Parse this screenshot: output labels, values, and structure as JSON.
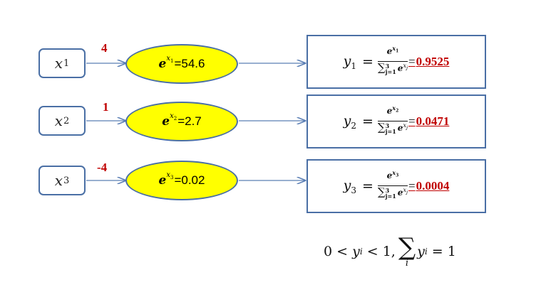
{
  "rows": [
    {
      "input_var": "x",
      "input_sub": "1",
      "weight": "4",
      "exp_value": "=54.6",
      "output_var": "y",
      "output_sub": "1",
      "numerator_sub": "1",
      "result": "0.9525"
    },
    {
      "input_var": "x",
      "input_sub": "2",
      "weight": "1",
      "exp_value": "=2.7",
      "output_var": "y",
      "output_sub": "2",
      "numerator_sub": "2",
      "result": "0.0471"
    },
    {
      "input_var": "x",
      "input_sub": "3",
      "weight": "-4",
      "exp_value": "=0.02",
      "output_var": "y",
      "output_sub": "3",
      "numerator_sub": "3",
      "result": "0.0004"
    }
  ],
  "softmax": {
    "exp_base": "e",
    "exp_var": "x",
    "sum_upper": "3",
    "sum_lower": "j=1",
    "sum_index": "j",
    "equals": "="
  },
  "constraint": {
    "lhs": "0 <",
    "var": "y",
    "sub": "i",
    "mid": "< 1,",
    "sum_index": "i",
    "rhs": "= 1"
  },
  "colors": {
    "box_border": "#4a6fa5",
    "ellipse_fill": "#ffff00",
    "highlight": "#c00000",
    "arrow": "#5b7fb5"
  }
}
